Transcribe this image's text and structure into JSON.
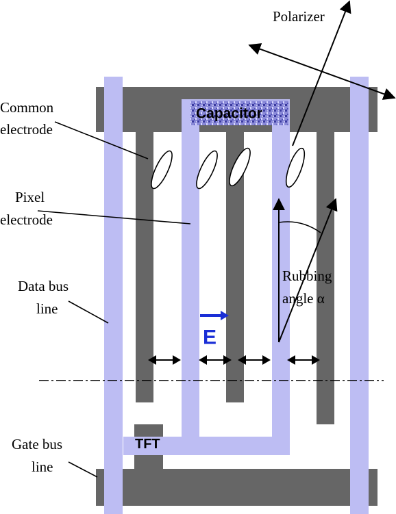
{
  "labels": {
    "polarizer": "Polarizer",
    "capacitor": "Capacitor",
    "common_1": "Common",
    "common_2": "electrode",
    "pixel_1": "Pixel",
    "pixel_2": "electrode",
    "data_1": "Data bus",
    "data_2": "line",
    "rubbing_1": "Rubbing",
    "rubbing_2": "angle α",
    "e_field": "E",
    "tft": "TFT",
    "gate_1": "Gate bus",
    "gate_2": "line"
  },
  "colors": {
    "electrode_dark": "#666666",
    "bus_light": "#bdbdf3",
    "e_field_blue": "#1a2fd6",
    "capacitor_pattern": "#8a8ad8",
    "ink": "#000000"
  }
}
